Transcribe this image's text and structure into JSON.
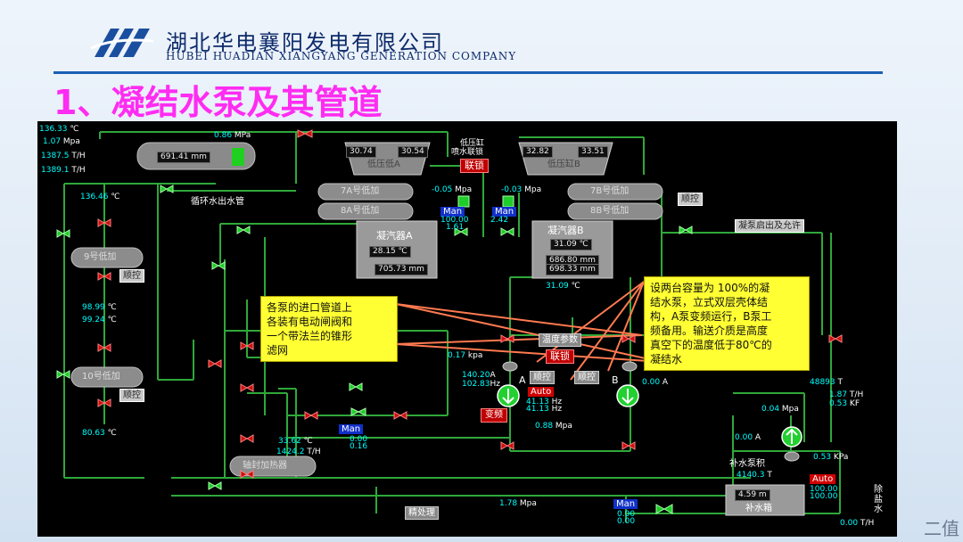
{
  "header": {
    "company_cn": "湖北华电襄阳发电有限公司",
    "company_en": "HUBEI HUADIAN XIANGYANG GENERATION COMPANY",
    "title": "1、凝结水泵及其管道",
    "watermark": "二值"
  },
  "left_readouts": [
    {
      "value": "136.33",
      "unit": "℃"
    },
    {
      "value": "1.07",
      "unit": "Mpa"
    },
    {
      "value": "1387.5",
      "unit": "T/H"
    },
    {
      "value": "1389.1",
      "unit": "T/H"
    }
  ],
  "tank": {
    "pressure": "0.86",
    "pressure_unit": "MPa",
    "level": "691.41",
    "level_unit": "mm",
    "pipe_label": "循环水出水管"
  },
  "lp_cylinder": {
    "label": "低压缸\n喷水联锁",
    "label_line1": "低压缸",
    "label_line2": "喷水联锁",
    "lock": "联锁",
    "a_name": "低压低A",
    "a_t1": "30.74",
    "a_t2": "30.54",
    "b_name": "低压缸B",
    "b_t1": "32.82",
    "b_t2": "33.51"
  },
  "heaters": {
    "h7a": "7A号低加",
    "h8a": "8A号低加",
    "h7b": "7B号低加",
    "h8b": "8B号低加",
    "h9": "9号低加",
    "h10": "10号低加",
    "shaft": "轴封加热器"
  },
  "condenser_a": {
    "name": "凝汽器A",
    "pressure": "-0.05",
    "unit": "Mpa",
    "temp": "28.15",
    "level": "705.73",
    "level_unit": "mm",
    "mode": "Man",
    "valve": "100.00",
    "valve2": "1.61"
  },
  "condenser_b": {
    "name": "凝汽器B",
    "pressure": "-0.03",
    "unit": "Mpa",
    "temp": "31.09",
    "level": "686.80",
    "level2": "698.33",
    "level_unit": "mm",
    "mode": "Man",
    "valve": "2.42",
    "bottom_temp": "31.09"
  },
  "side_temps": {
    "t1": "136.46",
    "t2": "98.99",
    "t3": "99.24",
    "t4": "80.63",
    "unit": "℃"
  },
  "buttons": {
    "shunkong": "顺控",
    "pump_permit": "凝泵启出及允许",
    "lock": "联锁",
    "temp_param": "温度参数",
    "bianpin": "变频",
    "auto": "Auto",
    "man": "Man"
  },
  "pumps": {
    "a_label": "A",
    "b_label": "B",
    "a_current": "140.20",
    "a_current_unit": "A",
    "a_freq1": "102.83",
    "a_freq_unit": "Hz",
    "a_hz1": "41.13",
    "a_hz2": "41.13",
    "hz_unit": "Hz",
    "b_value": "0.00",
    "b_unit": "A",
    "inlet_pressure": "0.17",
    "inlet_unit": "kpa",
    "outlet_pressure": "0.88",
    "outlet_unit": "Mpa"
  },
  "callouts": {
    "left": [
      "各泵的进口管道上",
      "各装有电动闸阀和",
      "一个带法兰的锥形",
      "滤网"
    ],
    "right": [
      "设两台容量为 100%的凝",
      "结水泵，立式双层壳体结",
      "构，A泵变频运行，B泵工",
      "频备用。输送介质是高度",
      "真空下的温度低于80℃的",
      "凝结水"
    ]
  },
  "recirc": {
    "temp": "33.62",
    "temp_unit": "℃",
    "flow": "1424.2",
    "flow_unit": "T/H",
    "mode": "Man",
    "val1": "0.00",
    "val2": "0.16"
  },
  "right_panel": {
    "total": "48893",
    "total_unit": "T",
    "flow1": "1.87",
    "flow1_unit": "T/H",
    "flow2": "0.53",
    "flow2_unit": "KF",
    "pressure1": "0.04",
    "pressure1_unit": "Mpa",
    "current": "0.00",
    "current_unit": "A",
    "pressure2": "0.53",
    "pressure2_unit": "KPa",
    "makeup_pump": "补水泵积",
    "makeup_total": "4140.3",
    "makeup_total_unit": "T",
    "makeup_tank": "补水箱",
    "tank_level": "4.59",
    "tank_level_unit": "m",
    "auto": "Auto",
    "auto_v1": "100.00",
    "auto_v2": "100.00",
    "desalt": "除盐水",
    "flow3": "0.00",
    "flow3_unit": "T/H"
  },
  "bottom": {
    "precision": "精处理",
    "pressure": "1.78",
    "unit": "Mpa",
    "mode": "Man",
    "v1": "0.00",
    "v2": "0.00"
  },
  "colors": {
    "pipe": "#2fa83a",
    "valve_red": "#cc1010",
    "valve_green": "#1ecc2a",
    "panel_bg": "#000000",
    "title": "#ff2cf2"
  }
}
